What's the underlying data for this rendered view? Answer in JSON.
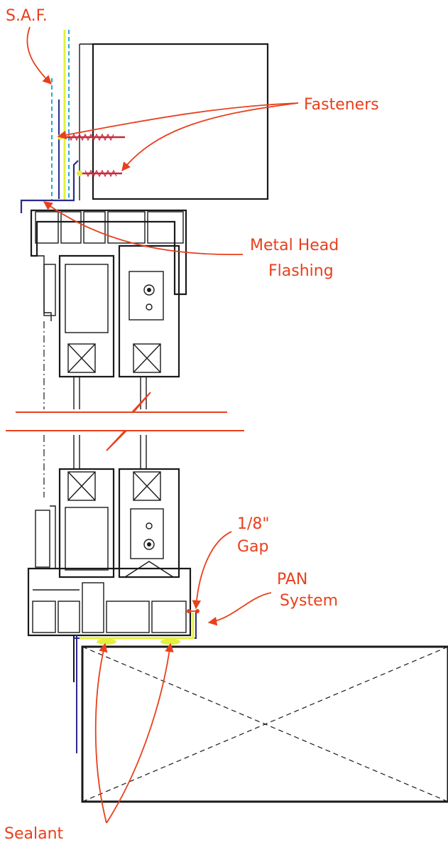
{
  "labels": {
    "saf": "S.A.F.",
    "fasteners": "Fasteners",
    "metal_head_flashing_line1": "Metal Head",
    "metal_head_flashing_line2": "Flashing",
    "gap_line1": "1/8\"",
    "gap_line2": "Gap",
    "pan_line1": "PAN",
    "pan_line2": "System",
    "sealant": "Sealant"
  },
  "colors": {
    "callout": "#e8401c",
    "saf_membrane": "#2aa8d8",
    "flashing": "#2b2b8c",
    "sealant": "#e4f03a",
    "linework": "#1a1a1a"
  }
}
